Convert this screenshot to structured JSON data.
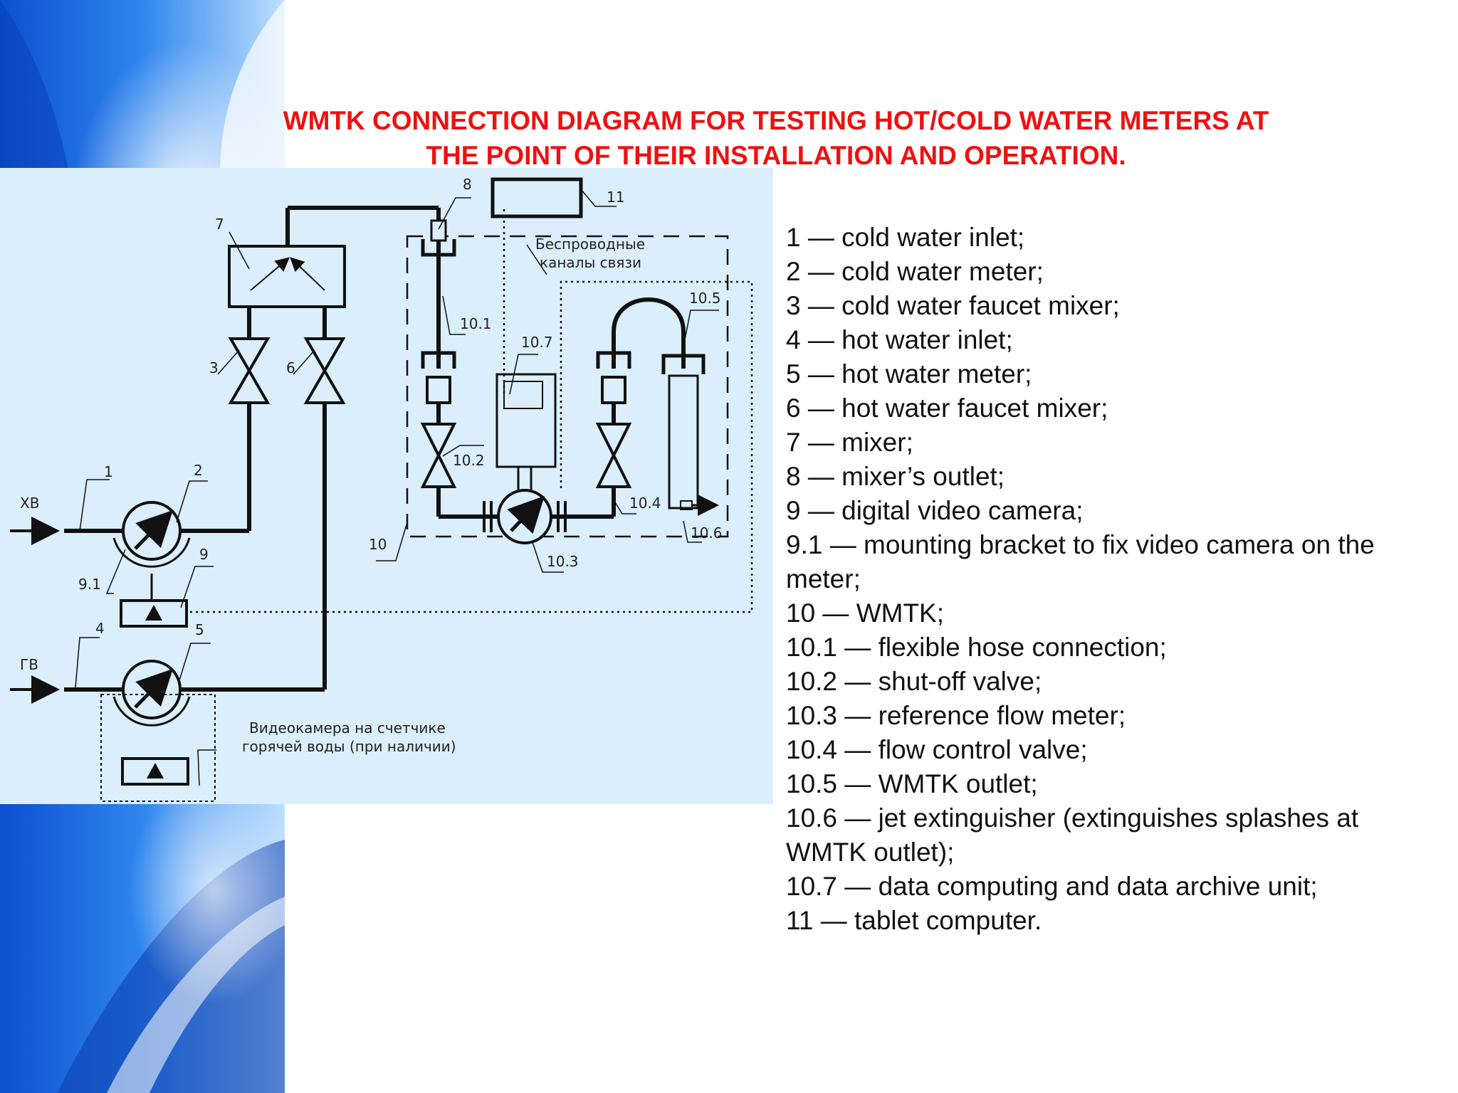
{
  "title": {
    "line1": "WMTK CONNECTION DIAGRAM FOR  TESTING  HOT/COLD  WATER METERS AT",
    "line2": "THE POINT OF THEIR INSTALLATION AND OPERATION."
  },
  "diagram": {
    "inlet_cold": "ХВ",
    "inlet_hot": "ГВ",
    "labels": {
      "n1": "1",
      "n2": "2",
      "n3": "3",
      "n4": "4",
      "n5": "5",
      "n6": "6",
      "n7": "7",
      "n8": "8",
      "n9": "9",
      "n91": "9.1",
      "n10": "10",
      "n101": "10.1",
      "n102": "10.2",
      "n103": "10.3",
      "n104": "10.4",
      "n105": "10.5",
      "n106": "10.6",
      "n107": "10.7",
      "n11": "11"
    },
    "wireless_line1": "Беспроводные",
    "wireless_line2": "каналы связи",
    "camera_note_line1": "Видеокамера на счетчике",
    "camera_note_line2": "горячей воды (при наличии)"
  },
  "legend": [
    "1 — cold water inlet;",
    "2 — cold water meter;",
    "3 —  cold water faucet mixer;",
    "4 — hot water inlet;",
    "5 — hot water meter;",
    "6 — hot water faucet mixer;",
    "7 — mixer;",
    "8 — mixer’s outlet;",
    "9 — digital video camera;",
    "9.1 — mounting bracket to fix video camera on the meter;",
    "10 — WMTK;",
    "10.1 — flexible hose connection;",
    "10.2  — shut-off valve;",
    "10.3 — reference flow meter;",
    "10.4 — flow control valve;",
    "10.5 — WMTK outlet;",
    "10.6 — jet extinguisher  (extinguishes splashes at WMTK outlet);",
    "10.7 — data computing and data archive unit;",
    "11 —  tablet computer."
  ],
  "colors": {
    "title": "#ee1111",
    "diagram_background": "#dbeefb",
    "decor_blue": "#1e6fe0"
  }
}
